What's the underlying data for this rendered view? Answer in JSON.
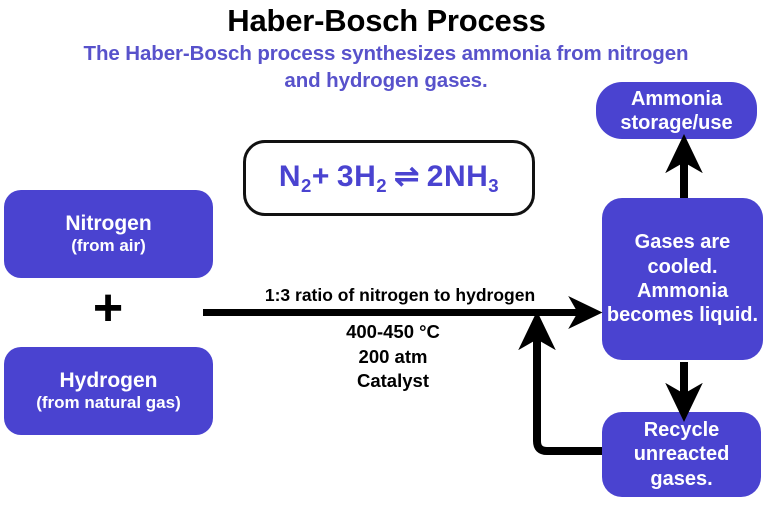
{
  "header": {
    "title": "Haber-Bosch Process",
    "subtitle": "The Haber-Bosch process synthesizes ammonia from nitrogen and hydrogen gases."
  },
  "equation": {
    "formula": "N2 + 3H2 ⇌ 2NH3",
    "parts": {
      "n": "N",
      "n_sub": "2",
      "plus": "+",
      "three_h": "3H",
      "h_sub": "2",
      "equilibrium": "⇌",
      "two_nh": "2NH",
      "nh_sub": "3"
    }
  },
  "inputs": {
    "nitrogen": {
      "name": "Nitrogen",
      "source": "(from air)"
    },
    "hydrogen": {
      "name": "Hydrogen",
      "source": "(from natural gas)"
    },
    "combiner": "+"
  },
  "process": {
    "ratio_label": "1:3 ratio of nitrogen to hydrogen",
    "conditions": "400-450 °C\n200 atm\nCatalyst",
    "conditions_list": [
      "400-450 °C",
      "200 atm",
      "Catalyst"
    ]
  },
  "outputs": {
    "ammonia_storage": "Ammonia storage/use",
    "cooling": "Gases are cooled. Ammonia becomes liquid.",
    "recycle": "Recycle unreacted gases."
  },
  "colors": {
    "box_blue": "#4a43d0",
    "subtitle_blue": "#5852cb",
    "equation_blue": "#4a43d0",
    "arrow_black": "#000000",
    "background": "#ffffff"
  }
}
